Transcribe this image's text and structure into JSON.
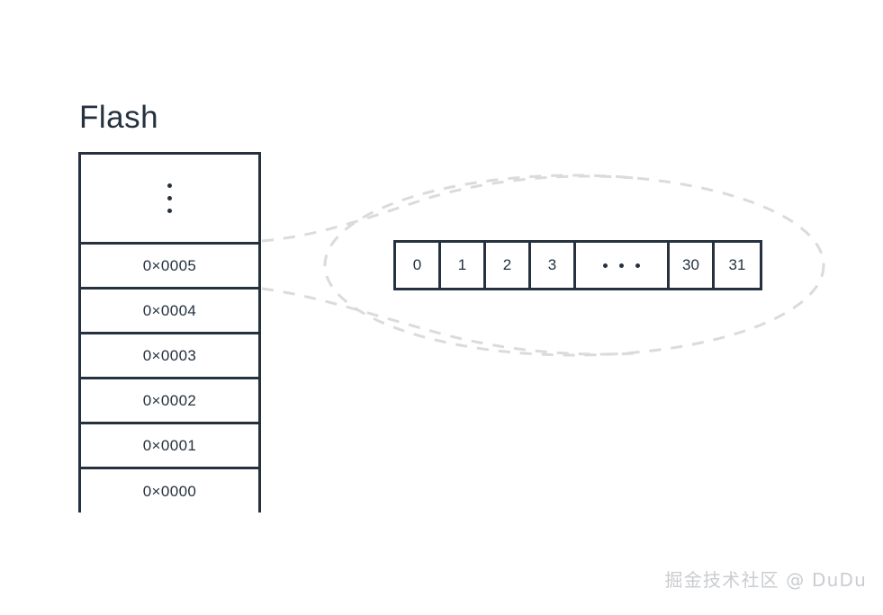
{
  "diagram": {
    "title": "Flash",
    "background_color": "#ffffff",
    "stroke_color": "#26313f",
    "dash_color": "#d9dbdd"
  },
  "flash_block": {
    "label": "Flash",
    "ellipsis_row": {
      "icon": "vertical-ellipsis-icon",
      "dots": 3
    },
    "rows": [
      {
        "address": "0×0005"
      },
      {
        "address": "0×0004"
      },
      {
        "address": "0×0003"
      },
      {
        "address": "0×0002"
      },
      {
        "address": "0×0001"
      },
      {
        "address": "0×0000"
      }
    ]
  },
  "byte_array": {
    "highlighted_address": "0×0005",
    "cells": [
      {
        "label": "0",
        "wide": false
      },
      {
        "label": "1",
        "wide": false
      },
      {
        "label": "2",
        "wide": false
      },
      {
        "label": "3",
        "wide": false
      },
      {
        "label": "",
        "wide": true,
        "icon": "horizontal-ellipsis-icon",
        "dots": 3
      },
      {
        "label": "30",
        "wide": false
      },
      {
        "label": "31",
        "wide": false
      }
    ]
  },
  "watermark": {
    "text": "掘金技术社区 @ DuDu"
  }
}
